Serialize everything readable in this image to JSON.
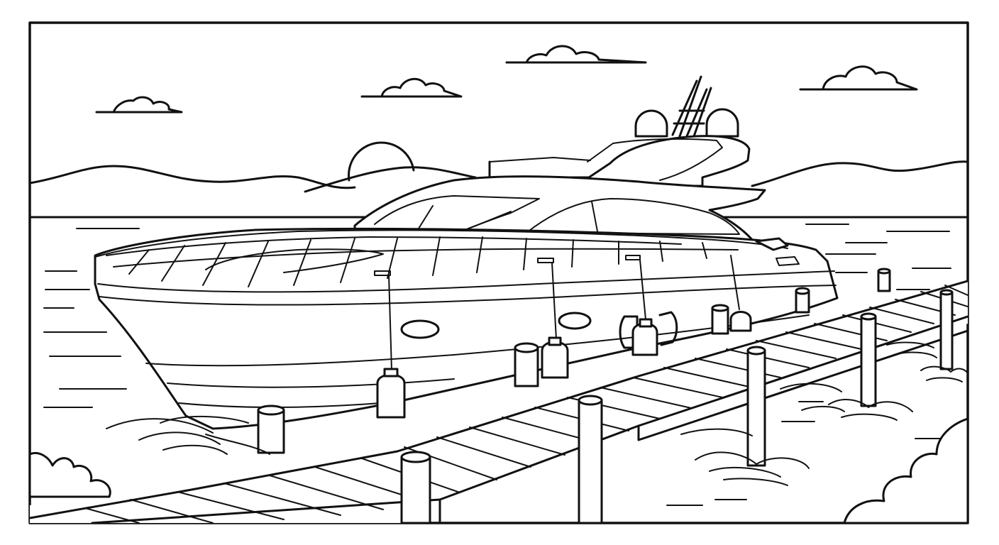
{
  "colors": {
    "line": "#111111",
    "paper": "#ffffff"
  },
  "scene": {
    "subject": "motor-yacht",
    "elements": [
      "frame",
      "clouds",
      "sun",
      "hills",
      "water",
      "yacht",
      "fenders",
      "dock",
      "pilings",
      "ripples",
      "bushes"
    ],
    "icons": [
      "cloud-icon",
      "sun-icon"
    ]
  }
}
